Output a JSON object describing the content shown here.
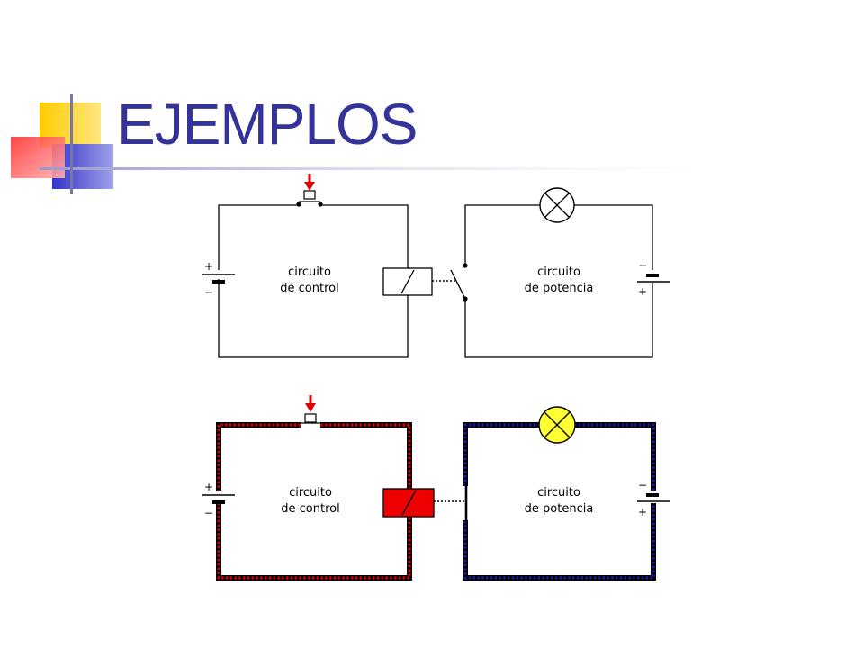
{
  "slide": {
    "title": "EJEMPLOS"
  },
  "colors": {
    "title": "#333399",
    "deco_yellow": "#ffcc00",
    "deco_blue": "#3333cc",
    "deco_red": "#ff3333",
    "arrow": "#e00000",
    "active_control": "#e00000",
    "active_power": "#1a1aa8",
    "lamp_on": "#ffff33",
    "relay_on": "#ee0000"
  },
  "diagram_off": {
    "control_label_1": "circuito",
    "control_label_2": "de control",
    "power_label_1": "circuito",
    "power_label_2": "de potencia",
    "control_battery_plus": "+",
    "control_battery_minus": "−",
    "power_battery_minus": "−",
    "power_battery_plus": "+"
  },
  "diagram_on": {
    "control_label_1": "circuito",
    "control_label_2": "de control",
    "power_label_1": "circuito",
    "power_label_2": "de potencia",
    "control_battery_plus": "+",
    "control_battery_minus": "−",
    "power_battery_minus": "−",
    "power_battery_plus": "+"
  }
}
